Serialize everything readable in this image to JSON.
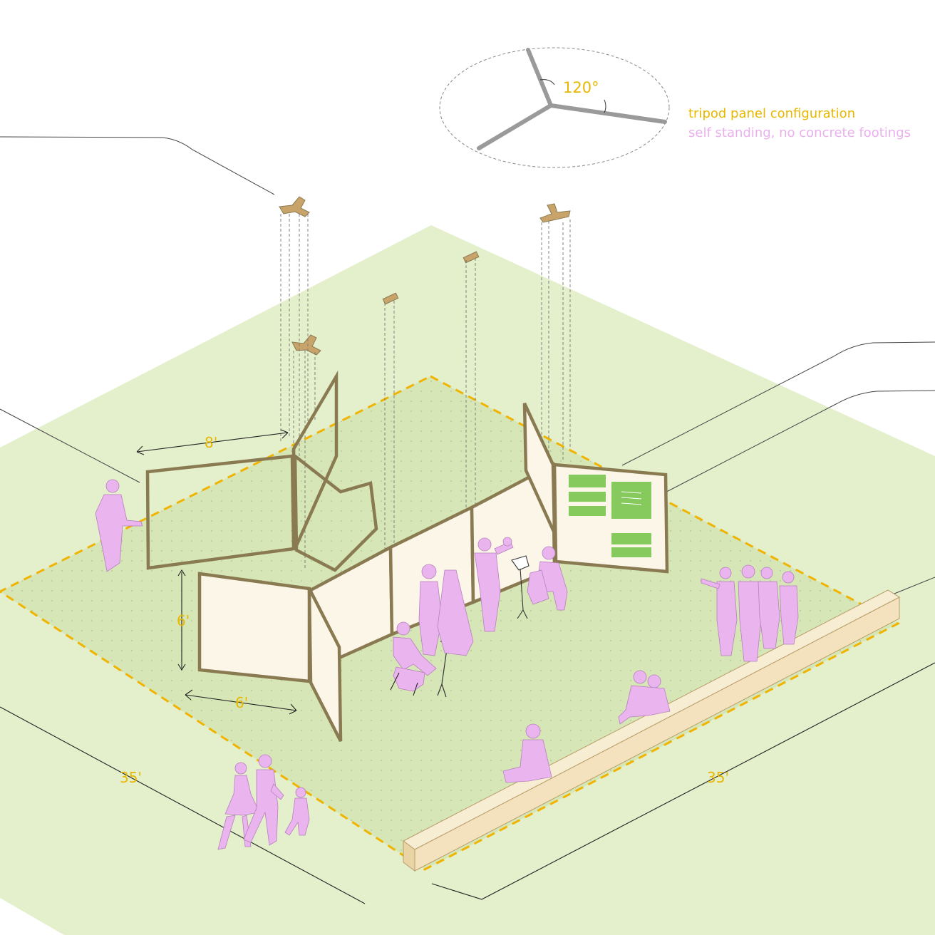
{
  "config_diagram": {
    "angle": "120°",
    "title": "tripod panel configuration",
    "subtitle": "self standing, no concrete footings"
  },
  "dimensions": {
    "panel_width_top": "8'",
    "panel_height": "6'",
    "panel_width_bottom": "6'",
    "site_left": "35'",
    "site_right": "35'"
  },
  "colors": {
    "lawn": "#e4efcc",
    "pad": "#d8e8b8",
    "dashed_border": "#f0b400",
    "frame": "#8a7a52",
    "panel_fill": "#fbf6e8",
    "people": "#eab5ee",
    "board_green": "#86c95c",
    "bench": "#f6e8c6"
  }
}
